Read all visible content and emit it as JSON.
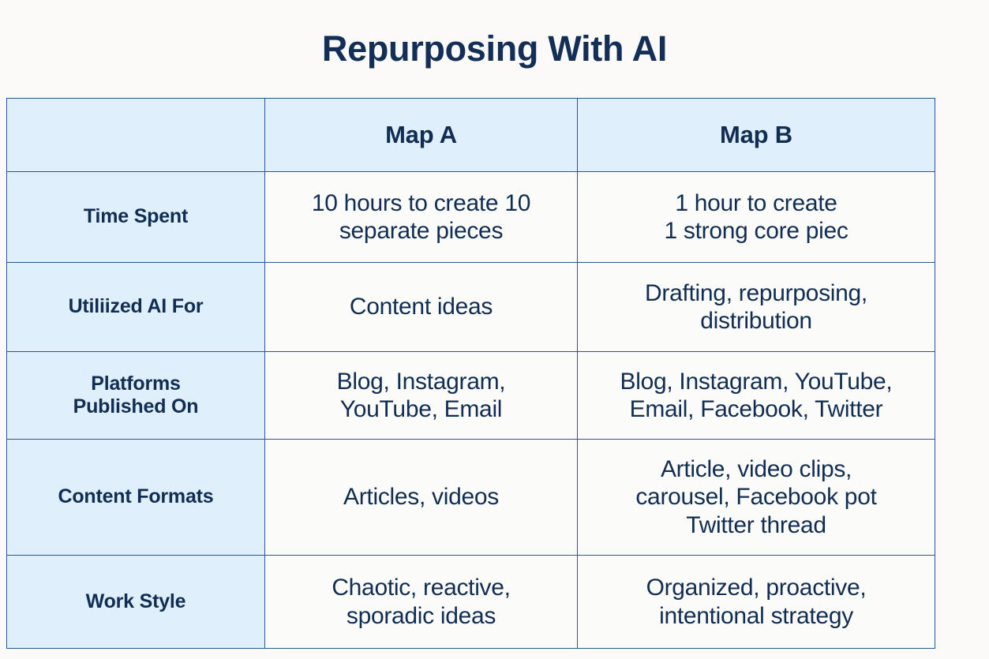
{
  "title": "Repurposing With AI",
  "colors": {
    "background": "#fbfaf9",
    "text_navy": "#112d52",
    "border_blue": "#2a5699",
    "header_fill": "#dfeffb",
    "cell_fill": "#fbfbfa"
  },
  "table": {
    "corner_label": "",
    "columns": [
      "",
      "Map A",
      "Map B"
    ],
    "header": {
      "col_a": "Map A",
      "col_b": "Map B"
    },
    "rows": [
      {
        "key": "time-spent",
        "label": "Time Spent",
        "label_lines": [
          "Time Spent"
        ],
        "map_a": "10 hours to create 10 separate pieces",
        "map_a_lines": [
          "10 hours to create 10",
          "separate pieces"
        ],
        "map_b": "1 hour to create 1 strong core piec",
        "map_b_lines": [
          "1 hour to create",
          "1 strong core piec"
        ]
      },
      {
        "key": "utilized-ai-for",
        "label": "Utiliized AI For",
        "label_lines": [
          "Utiliized AI For"
        ],
        "map_a": "Content ideas",
        "map_a_lines": [
          "Content ideas"
        ],
        "map_b": "Drafting, repurposing, distribution",
        "map_b_lines": [
          "Drafting, repurposing,",
          "distribution"
        ]
      },
      {
        "key": "platforms-published-on",
        "label": "Platforms Published On",
        "label_lines": [
          "Platforms",
          "Published On"
        ],
        "map_a": "Blog, Instagram, YouTube, Email",
        "map_a_lines": [
          "Blog, Instagram,",
          "YouTube, Email"
        ],
        "map_b": "Blog, Instagram, YouTube, Email, Facebook, Twitter",
        "map_b_lines": [
          "Blog, Instagram, YouTube,",
          "Email, Facebook, Twitter"
        ]
      },
      {
        "key": "content-formats",
        "label": "Content Formats",
        "label_lines": [
          "Content Formats"
        ],
        "map_a": "Articles, videos",
        "map_a_lines": [
          "Articles, videos"
        ],
        "map_b": "Article, video clips, carousel, Facebook pot Twitter thread",
        "map_b_lines": [
          "Article, video clips,",
          "carousel, Facebook pot",
          "Twitter thread"
        ]
      },
      {
        "key": "work-style",
        "label": "Work Style",
        "label_lines": [
          "Work Style"
        ],
        "map_a": "Chaotic, reactive, sporadic ideas",
        "map_a_lines": [
          "Chaotic, reactive,",
          "sporadic ideas"
        ],
        "map_b": "Organized, proactive, intentional strategy",
        "map_b_lines": [
          "Organized, proactive,",
          "intentional strategy"
        ]
      }
    ]
  }
}
